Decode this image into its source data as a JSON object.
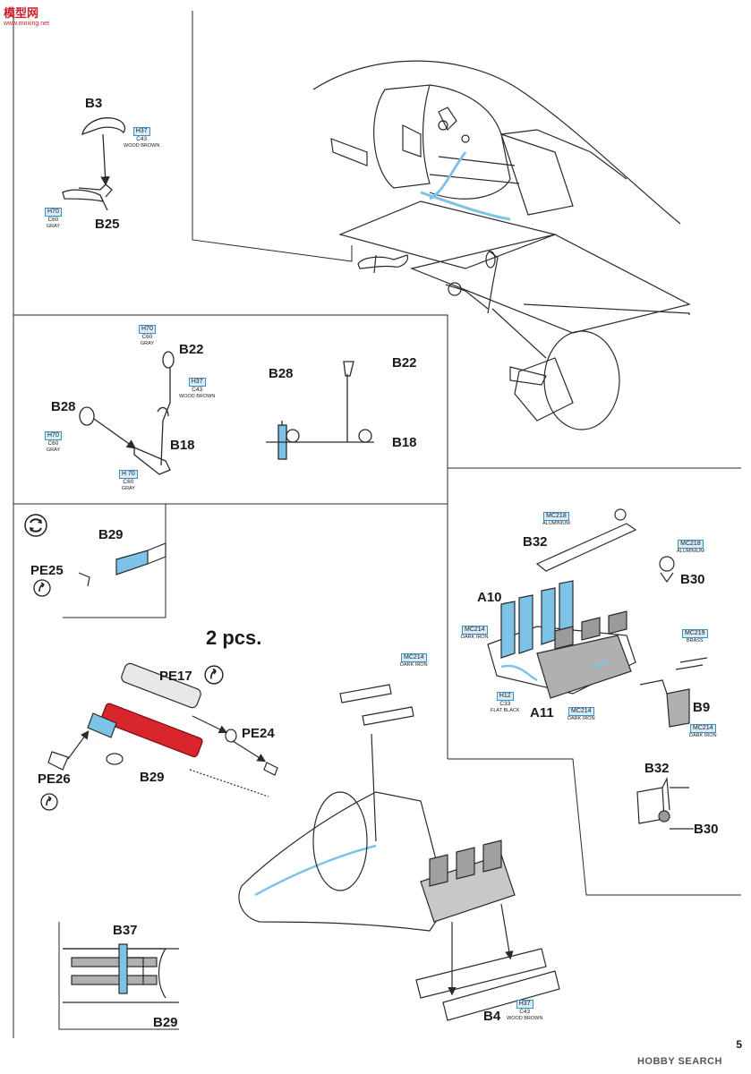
{
  "page": {
    "number": "5",
    "watermark_text": "HOBBY SEARCH",
    "logo_text": "模型网",
    "logo_url": "www.moxing.net"
  },
  "labels": {
    "b3": "B3",
    "b25": "B25",
    "b22a": "B22",
    "b28a": "B28",
    "b18a": "B18",
    "b28b": "B28",
    "b22b": "B22",
    "b18b": "B18",
    "b29a": "B29",
    "pe25": "PE25",
    "two_pcs": "2 pcs.",
    "pe17": "PE17",
    "pe24": "PE24",
    "pe26": "PE26",
    "b29b": "B29",
    "b32a": "B32",
    "b30a": "B30",
    "a10": "A10",
    "a11": "A11",
    "b9": "B9",
    "b32b": "B32",
    "b30b": "B30",
    "b37": "B37",
    "b29c": "B29",
    "b4": "B4"
  },
  "paint": {
    "h37_b3": {
      "code": "H37",
      "sub": "C43",
      "name": "WOOD BROWN"
    },
    "h70_b25": {
      "code": "H70",
      "sub": "C60",
      "name": "GRAY"
    },
    "h70_b22": {
      "code": "H70",
      "sub": "C60",
      "name": "GRAY"
    },
    "h37_b22": {
      "code": "H37",
      "sub": "C43",
      "name": "WOOD BROWN"
    },
    "h70_b28": {
      "code": "H70",
      "sub": "C60",
      "name": "GRAY"
    },
    "h70_b18": {
      "code": "H 70",
      "sub": "C60",
      "name": "GRAY"
    },
    "mc218_a": {
      "code": "MC218",
      "name": "ALUMINIUM"
    },
    "mc218_b": {
      "code": "MC218",
      "name": "ALUMINIUM"
    },
    "mc214_a10": {
      "code": "MC214",
      "name": "DARK IRON"
    },
    "mc219": {
      "code": "MC219",
      "name": "BRASS"
    },
    "h12": {
      "code": "H12",
      "sub": "C33",
      "name": "FLAT BLACK"
    },
    "mc214_a11": {
      "code": "MC214",
      "name": "DARK IRON"
    },
    "mc214_b9": {
      "code": "MC214",
      "name": "DARK IRON"
    },
    "mc214_gun": {
      "code": "MC214",
      "name": "DARK IRON"
    },
    "h37_b4": {
      "code": "H37",
      "sub": "C43",
      "name": "WOOD BROWN"
    }
  },
  "colors": {
    "line": "#2a2a2a",
    "paint_blue": "#7dc3e8",
    "barrel_red": "#d8262c",
    "callout_border": "#3a8fc4"
  }
}
